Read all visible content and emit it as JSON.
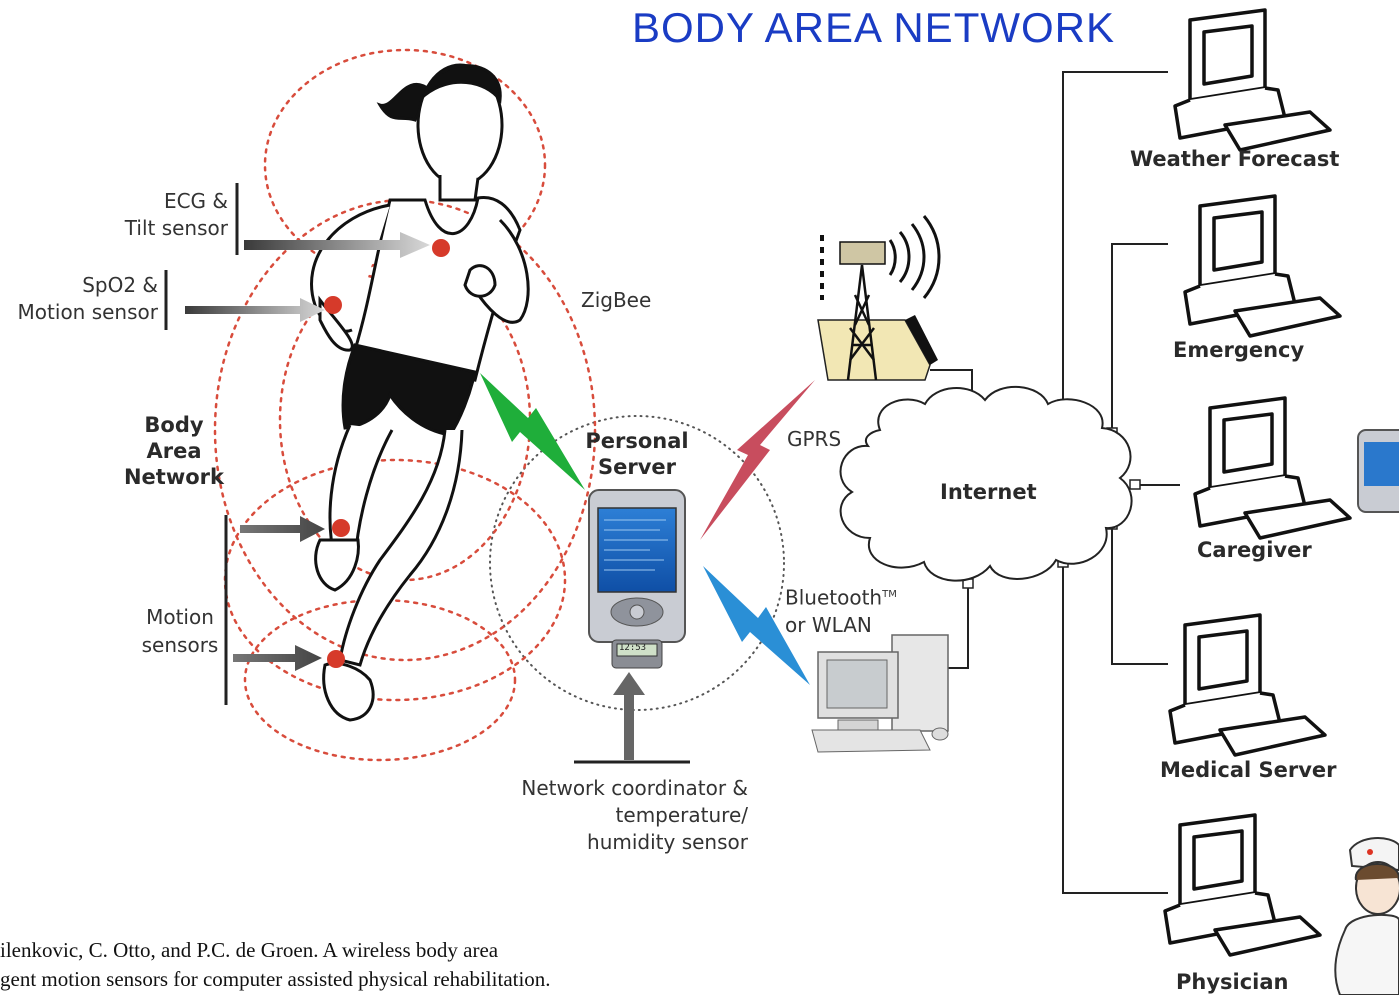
{
  "title": "BODY AREA NETWORK",
  "sensors": {
    "ecg": [
      "ECG &",
      "Tilt sensor"
    ],
    "spo2": [
      "SpO2 &",
      "Motion sensor"
    ],
    "motion": [
      "Motion",
      "sensors"
    ],
    "ban": [
      "Body",
      "Area",
      "Network"
    ]
  },
  "links": {
    "zigbee": "ZigBee",
    "gprs": "GPRS",
    "bluetooth_a": "Bluetooth",
    "bluetooth_tm": "TM",
    "bluetooth_b": "or WLAN"
  },
  "server": {
    "label": [
      "Personal",
      "Server"
    ],
    "clock": "12:53"
  },
  "coordinator": [
    "Network coordinator &",
    "temperature/",
    "humidity sensor"
  ],
  "internet": "Internet",
  "endpoints": [
    "Weather Forecast",
    "Emergency",
    "Caregiver",
    "Medical Server",
    "Physician"
  ],
  "caption": [
    "ilenkovic, C. Otto, and P.C. de Groen. A wireless body area",
    "gent motion sensors for computer assisted physical rehabilitation."
  ],
  "colors": {
    "title": "#1a3cc4",
    "sensor_dot": "#d63a2a",
    "halo": "#d84c3c",
    "zigbee": "#1fae3a",
    "gprs": "#c84d5e",
    "bluetooth": "#2a8fd6"
  }
}
